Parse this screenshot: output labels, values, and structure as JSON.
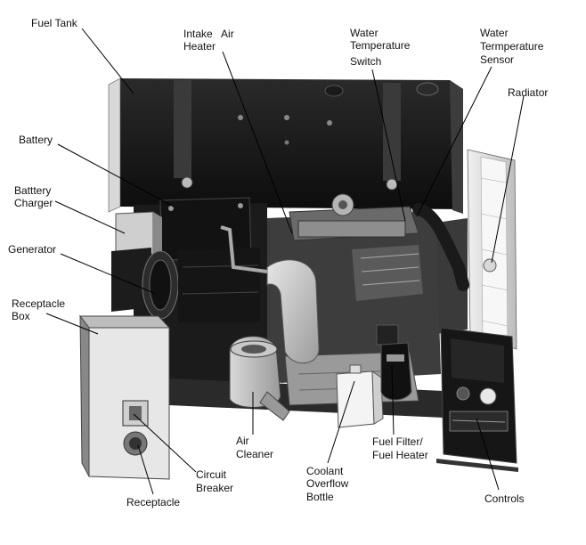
{
  "labels": {
    "fuel_tank": "Fuel Tank",
    "intake_air_heater_1": "Intake   Air",
    "intake_air_heater_2": "Heater",
    "water_temp_switch_1": "Water",
    "water_temp_switch_2": "Temperature",
    "water_temp_switch_3": "Switch",
    "water_temp_sensor_1": "Water",
    "water_temp_sensor_2": "Termperature",
    "water_temp_sensor_3": "Sensor",
    "radiator": "Radiator",
    "battery": "Battery",
    "battery_charger_1": "Batttery",
    "battery_charger_2": "Charger",
    "generator": "Generator",
    "receptacle_box_1": "Receptacle",
    "receptacle_box_2": "Box",
    "air_cleaner_1": "Air",
    "air_cleaner_2": "Cleaner",
    "coolant_bottle_1": "Coolant",
    "coolant_bottle_2": "Overflow",
    "coolant_bottle_3": "Bottle",
    "fuel_filter_1": "Fuel Filter/",
    "fuel_filter_2": "Fuel Heater",
    "controls": "Controls",
    "circuit_breaker_1": "Circuit",
    "circuit_breaker_2": "Breaker",
    "receptacle": "Receptacle"
  }
}
